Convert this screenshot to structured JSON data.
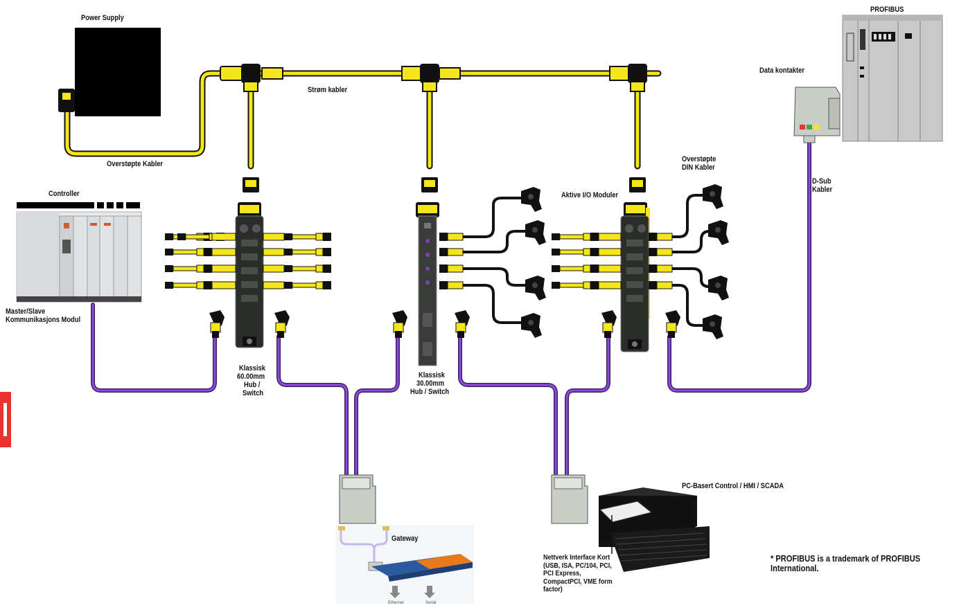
{
  "labels": {
    "power_supply": "Power Supply",
    "strom_kabler": "Strøm kabler",
    "overstopte_kabler": "Overstøpte Kabler",
    "controller": "Controller",
    "master_slave_1": "Master/Slave",
    "master_slave_2": "Kommunikasjons Modul",
    "klassisk60": [
      "Klassisk",
      "60.00mm",
      "Hub /",
      "Switch"
    ],
    "klassisk30": [
      "Klassisk",
      "30.00mm",
      "Hub / Switch"
    ],
    "aktive_io": "Aktive I/O Moduler",
    "overstopte_din": [
      "Overstøpte",
      "DIN Kabler"
    ],
    "profibus": "PROFIBUS",
    "data_kontakter": "Data kontakter",
    "dsub": [
      "D-Sub",
      "Kabler"
    ],
    "gateway": "Gateway",
    "gateway_ports": [
      "Ethernet",
      "Serial"
    ],
    "pc_based": "PC-Basert Control / HMI / SCADA",
    "nic_text": "Nettverk Interface Kort (USB, ISA, PC/104, PCI, PCI Express, CompactPCI, VME form factor)",
    "trademark": "* PROFIBUS is a trademark of PROFIBUS International."
  },
  "colors": {
    "power_cable": "#f5e61c",
    "data_cable": "#7b3fc0",
    "connector_black": "#111111",
    "plug_grey": "#c9cfc6",
    "accent_red": "#e8332e",
    "plc_grey": "#c8c8c8"
  }
}
